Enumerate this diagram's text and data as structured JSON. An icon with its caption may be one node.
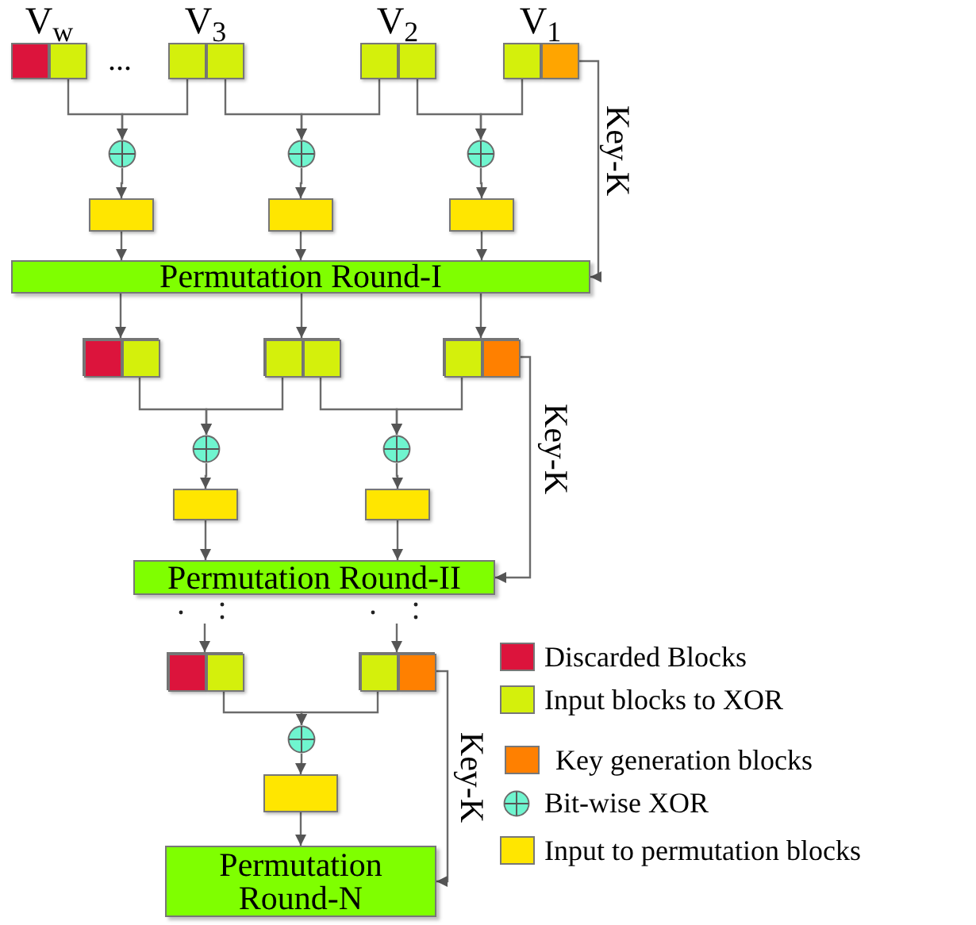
{
  "diagram": {
    "nodes": [
      {
        "text": [
          "V$_{w}$"
        ]
      },
      {
        "text": [],
        "shape": "box",
        "in": 0
      },
      {
        "text": [],
        "shape": "box",
        "in": 0
      },
      {
        "text": [
          "V$_{3}$"
        ]
      },
      {
        "text": [],
        "shape": "box",
        "in": 3
      },
      {
        "text": [],
        "shape": "box",
        "in": 3
      },
      {
        "text": [
          "V$_{2}$"
        ]
      },
      {
        "text": [],
        "shape": "box",
        "in": 6
      },
      {
        "text": [],
        "shape": "box",
        "in": 6
      },
      {
        "text": [
          "V$_{1}$"
        ]
      },
      {
        "text": [],
        "shape": "box",
        "in": 9
      },
      {
        "text": [],
        "shape": "box",
        "in": 9
      },
      {
        "text": [],
        "shape": "circle"
      },
      {
        "text": [],
        "shape": "circle"
      },
      {
        "text": [],
        "shape": "circle"
      },
      {
        "text": [],
        "shape": "box"
      },
      {
        "text": [],
        "shape": "box"
      },
      {
        "text": [],
        "shape": "box"
      },
      {
        "text": [
          "Permutation Round-I"
        ]
      },
      {
        "text": [],
        "shape": "box"
      },
      {
        "text": [],
        "shape": "box",
        "in": 19
      },
      {
        "text": [],
        "shape": "box",
        "in": 19
      },
      {
        "text": [],
        "shape": "box"
      },
      {
        "text": [],
        "shape": "box",
        "in": 22
      },
      {
        "text": [],
        "shape": "box",
        "in": 22
      },
      {
        "text": [],
        "shape": "box"
      },
      {
        "text": [],
        "shape": "box",
        "in": 25
      },
      {
        "text": [],
        "shape": "box",
        "in": 25
      },
      {
        "text": [],
        "shape": "circle"
      },
      {
        "text": [],
        "shape": "circle"
      },
      {
        "text": [],
        "shape": "box"
      },
      {
        "text": [],
        "shape": "box"
      },
      {
        "text": [
          "Permutation Round-II"
        ]
      },
      {
        "text": [],
        "shape": "box"
      },
      {
        "text": [],
        "shape": "box",
        "in": 33
      },
      {
        "text": [],
        "shape": "box",
        "in": 33
      },
      {
        "text": [],
        "shape": "box"
      },
      {
        "text": [],
        "shape": "box",
        "in": 36
      },
      {
        "text": [],
        "shape": "box",
        "in": 36
      },
      {
        "text": [],
        "shape": "circle"
      },
      {
        "text": [],
        "shape": "box"
      },
      {
        "text": [
          "Permutation Round-N"
        ]
      }
    ],
    "edges": [
      {
        "from": 2,
        "to": 12,
        "arrow": "to"
      },
      {
        "from": 4,
        "to": 12,
        "arrow": "to"
      },
      {
        "from": 5,
        "to": 13,
        "arrow": "to"
      },
      {
        "from": 7,
        "to": 13,
        "arrow": "to"
      },
      {
        "from": 8,
        "to": 14,
        "arrow": "to"
      },
      {
        "from": 10,
        "to": 14,
        "arrow": "to"
      },
      {
        "from": 12,
        "to": 15,
        "arrow": "to"
      },
      {
        "from": 13,
        "to": 16,
        "arrow": "to"
      },
      {
        "from": 14,
        "to": 17,
        "arrow": "to"
      },
      {
        "from": 15,
        "to": 18,
        "arrow": "to"
      },
      {
        "from": 16,
        "to": 18,
        "arrow": "to"
      },
      {
        "from": 17,
        "to": 18,
        "arrow": "to"
      },
      {
        "from": 11,
        "to": 18,
        "arrow": "to",
        "label": "Key-K"
      },
      {
        "from": 18,
        "to": 19,
        "arrow": "to"
      },
      {
        "from": 18,
        "to": 22,
        "arrow": "to"
      },
      {
        "from": 18,
        "to": 25,
        "arrow": "to"
      },
      {
        "from": 21,
        "to": 28,
        "arrow": "to"
      },
      {
        "from": 23,
        "to": 28,
        "arrow": "to"
      },
      {
        "from": 24,
        "to": 29,
        "arrow": "to"
      },
      {
        "from": 26,
        "to": 29,
        "arrow": "to"
      },
      {
        "from": 28,
        "to": 30,
        "arrow": "to"
      },
      {
        "from": 29,
        "to": 31,
        "arrow": "to"
      },
      {
        "from": 30,
        "to": 32,
        "arrow": "to"
      },
      {
        "from": 31,
        "to": 32,
        "arrow": "to"
      },
      {
        "from": 27,
        "to": 32,
        "arrow": "to",
        "label": "Key-K"
      },
      {
        "from": null,
        "to": 33,
        "arrow": "to"
      },
      {
        "from": null,
        "to": 36,
        "arrow": "to"
      },
      {
        "from": 35,
        "to": 39,
        "arrow": "to"
      },
      {
        "from": 37,
        "to": 39,
        "arrow": "to"
      },
      {
        "from": 39,
        "to": 40,
        "arrow": "to"
      },
      {
        "from": 40,
        "to": 41,
        "arrow": "to"
      },
      {
        "from": 38,
        "to": 41,
        "arrow": "to",
        "label": "Key-K"
      }
    ],
    "labels": [
      "..."
    ],
    "legend": [
      {
        "text": "Discarded Blocks",
        "color": "#dc143c"
      },
      {
        "text": "Input blocks to XOR",
        "color": "#d4f00c"
      },
      {
        "text": "Key generation blocks",
        "color": "#ff8000"
      },
      {
        "text": "Bit-wise XOR"
      },
      {
        "text": "Input to permutation blocks",
        "color": "#ffe600"
      }
    ]
  }
}
